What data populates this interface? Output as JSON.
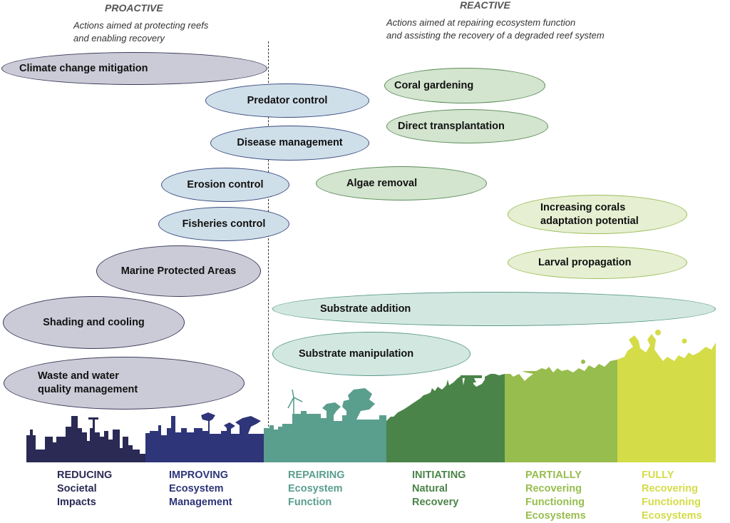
{
  "headers": {
    "proactive": {
      "title": "PROACTIVE",
      "line1": "Actions aimed at protecting reefs",
      "line2": "and enabling recovery"
    },
    "reactive": {
      "title": "REACTIVE",
      "line1": "Actions aimed at repairing ecosystem function",
      "line2": "and assisting the recovery of a degraded reef system"
    }
  },
  "actions": [
    {
      "id": "climate-change-mitigation",
      "line1": "Climate change mitigation",
      "line2": "",
      "group": "societal"
    },
    {
      "id": "predator-control",
      "line1": "Predator control",
      "line2": "",
      "group": "management"
    },
    {
      "id": "disease-management",
      "line1": "Disease management",
      "line2": "",
      "group": "management"
    },
    {
      "id": "erosion-control",
      "line1": "Erosion control",
      "line2": "",
      "group": "management"
    },
    {
      "id": "fisheries-control",
      "line1": "Fisheries control",
      "line2": "",
      "group": "management"
    },
    {
      "id": "marine-protected-areas",
      "line1": "Marine Protected Areas",
      "line2": "",
      "group": "societal"
    },
    {
      "id": "shading-and-cooling",
      "line1": "Shading and cooling",
      "line2": "",
      "group": "societal"
    },
    {
      "id": "waste-and-water-quality",
      "line1": "Waste and water",
      "line2": "quality management",
      "group": "societal"
    },
    {
      "id": "coral-gardening",
      "line1": "Coral gardening",
      "line2": "",
      "group": "restoration"
    },
    {
      "id": "direct-transplantation",
      "line1": "Direct transplantation",
      "line2": "",
      "group": "restoration"
    },
    {
      "id": "algae-removal",
      "line1": "Algae removal",
      "line2": "",
      "group": "restoration"
    },
    {
      "id": "increasing-corals-adaptation",
      "line1": "Increasing corals",
      "line2": "adaptation potential",
      "group": "adaptation"
    },
    {
      "id": "larval-propagation",
      "line1": "Larval propagation",
      "line2": "",
      "group": "adaptation"
    },
    {
      "id": "substrate-addition",
      "line1": "Substrate addition",
      "line2": "",
      "group": "substrate"
    },
    {
      "id": "substrate-manipulation",
      "line1": "Substrate manipulation",
      "line2": "",
      "group": "substrate"
    }
  ],
  "stages": [
    {
      "id": "reducing",
      "line1": "REDUCING",
      "line2": "Societal",
      "line3": "Impacts",
      "color": "#2a2a55"
    },
    {
      "id": "improving",
      "line1": "IMPROVING",
      "line2": "Ecosystem",
      "line3": "Management",
      "color": "#2e3578"
    },
    {
      "id": "repairing",
      "line1": "REPAIRING",
      "line2": "Ecosystem",
      "line3": "Function",
      "color": "#5a9e8e"
    },
    {
      "id": "initiating",
      "line1": "INITIATING",
      "line2": "Natural",
      "line3": "Recovery",
      "color": "#4b8449"
    },
    {
      "id": "partially",
      "line1": "PARTIALLY",
      "line2": "Recovering",
      "line3": "Functioning",
      "line4": "Ecosystems",
      "color": "#97bd4e"
    },
    {
      "id": "fully",
      "line1": "FULLY",
      "line2": "Recovering",
      "line3": "Functioning",
      "line4": "Ecosystems",
      "color": "#d4dc48"
    }
  ]
}
